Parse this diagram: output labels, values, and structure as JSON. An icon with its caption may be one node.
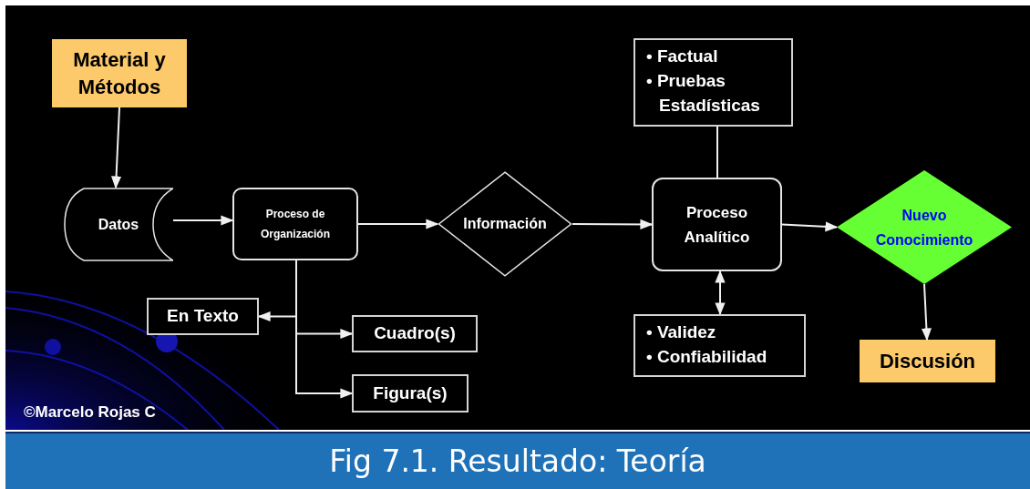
{
  "diagram": {
    "caption": "Fig 7.1. Resultado: Teoría",
    "nodes": [
      {
        "text": [
          "Material y Métodos"
        ]
      },
      {
        "text": [
          "Datos"
        ]
      },
      {
        "text": [
          "Proceso de Organización"
        ]
      },
      {
        "text": [
          "Información"
        ]
      },
      {
        "text": [
          "• Factual",
          "• Pruebas Estadísticas"
        ]
      },
      {
        "text": [
          "Proceso Analítico"
        ]
      },
      {
        "text": [
          "Nuevo Conocimiento"
        ]
      },
      {
        "text": [
          "En Texto"
        ]
      },
      {
        "text": [
          "Cuadro(s)"
        ]
      },
      {
        "text": [
          "Figura(s)"
        ]
      },
      {
        "text": [
          "• Validez",
          "• Confiabilidad"
        ]
      },
      {
        "text": [
          "Discusión"
        ]
      }
    ],
    "edges": [
      {
        "from": 0,
        "to": 1,
        "arrow": "to"
      },
      {
        "from": 1,
        "to": 2,
        "arrow": "to"
      },
      {
        "from": 2,
        "to": 3,
        "arrow": "to"
      },
      {
        "from": 3,
        "to": 5,
        "arrow": "to"
      },
      {
        "from": 5,
        "to": 6,
        "arrow": "to"
      },
      {
        "from": 6,
        "to": 11,
        "arrow": "to"
      },
      {
        "from": 4,
        "to": 5,
        "arrow": "none"
      },
      {
        "from": 5,
        "to": 10,
        "arrow": "both"
      },
      {
        "from": 2,
        "to": 7,
        "arrow": "to"
      },
      {
        "from": 2,
        "to": 8,
        "arrow": "to"
      },
      {
        "from": 2,
        "to": 9,
        "arrow": "to"
      }
    ],
    "labels": [
      "©Marcelo Rojas C"
    ]
  }
}
